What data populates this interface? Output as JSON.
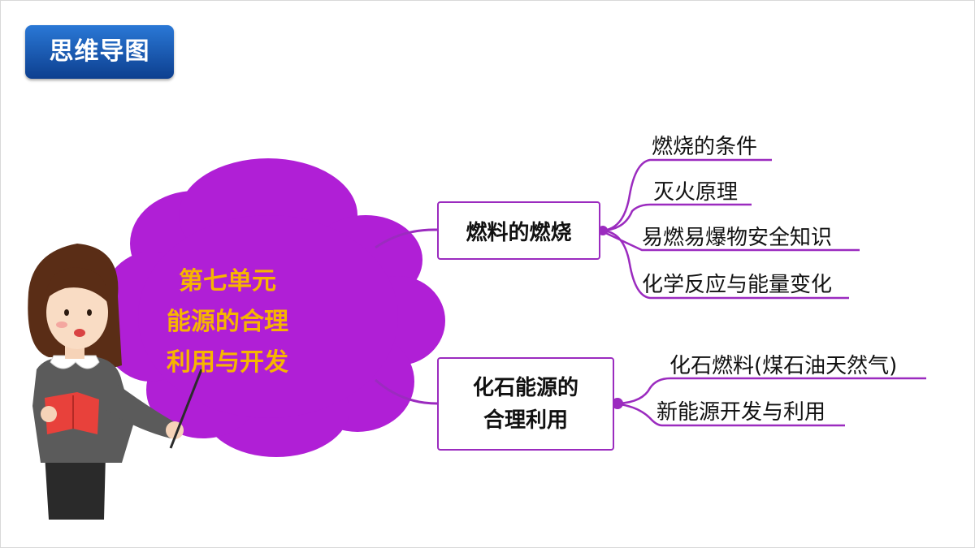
{
  "header": {
    "tag_label": "思维导图"
  },
  "center": {
    "line1": "第七单元",
    "line2": "能源的合理",
    "line3": "利用与开发"
  },
  "branches": [
    {
      "label": "燃料的燃烧",
      "children": [
        "燃烧的条件",
        "灭火原理",
        "易燃易爆物安全知识",
        "化学反应与能量变化"
      ]
    },
    {
      "label_line1": "化石能源的",
      "label_line2": "合理利用",
      "children": [
        "化石燃料(煤石油天然气)",
        "新能源开发与利用"
      ]
    }
  ],
  "colors": {
    "accent": "#9b2bbf",
    "cloud": "#b01fd6",
    "center_text": "#f7b500",
    "tag": "#1f5fbf"
  }
}
